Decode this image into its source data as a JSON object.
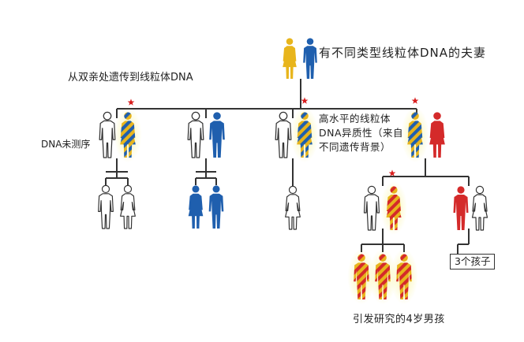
{
  "labels": {
    "couple": "有不同类型线粒体DNA的夫妻",
    "both_parents": "从双亲处遗传到线粒体DNA",
    "not_sequenced": "DNA未测序",
    "heteroplasmy": "高水平的线粒体DNA异质性（来自不同遗传背景）",
    "three_children": "3个孩子",
    "proband": "引发研究的4岁男孩"
  },
  "legend_colors": {
    "mother_mtdna": "#e8b51c",
    "father_mtdna": "#1f5fae",
    "spouse_lineage": "#d42a2a",
    "outline_only": "#ffffff",
    "marker_star": "#d81e1e"
  }
}
